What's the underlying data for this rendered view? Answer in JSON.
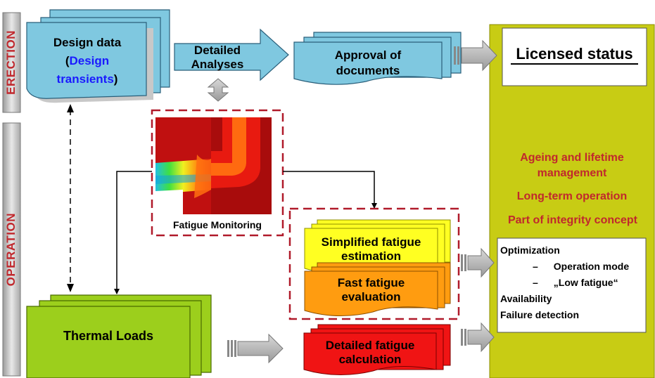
{
  "phases": {
    "erection": "ERECTION",
    "operation": "OPERATION"
  },
  "design_data": {
    "line1": "Design data",
    "open_paren": "(",
    "highlight1": "Design",
    "highlight2": "transients",
    "close_paren": ")"
  },
  "detailed_analyses": {
    "line1": "Detailed",
    "line2": "Analyses"
  },
  "approval": {
    "line1": "Approval of",
    "line2": "documents"
  },
  "licensed_status": "Licensed status",
  "fatigue_monitoring": "Fatigue Monitoring",
  "thermal_loads": "Thermal Loads",
  "simplified": {
    "line1": "Simplified fatigue",
    "line2": "estimation"
  },
  "fast": {
    "line1": "Fast fatigue",
    "line2": "evaluation"
  },
  "detailed_fatigue": {
    "line1": "Detailed fatigue",
    "line2": "calculation"
  },
  "management": {
    "ageing1": "Ageing and lifetime",
    "ageing2": "management",
    "long_term": "Long-term operation",
    "integrity": "Part of integrity concept"
  },
  "benefits": {
    "optimization": "Optimization",
    "dash1": "–",
    "operation_mode": "Operation mode",
    "dash2": "–",
    "low_fatigue": "„Low fatigue“",
    "availability": "Availability",
    "failure_detection": "Failure detection"
  },
  "colors": {
    "blue_doc": "#7fc8e0",
    "green_doc": "#9ccf1c",
    "yellow_doc": "#ffff22",
    "orange_doc": "#ff9c10",
    "red_doc": "#f01414",
    "olive_panel": "#c8cc14",
    "accent_red": "#c0282d"
  }
}
